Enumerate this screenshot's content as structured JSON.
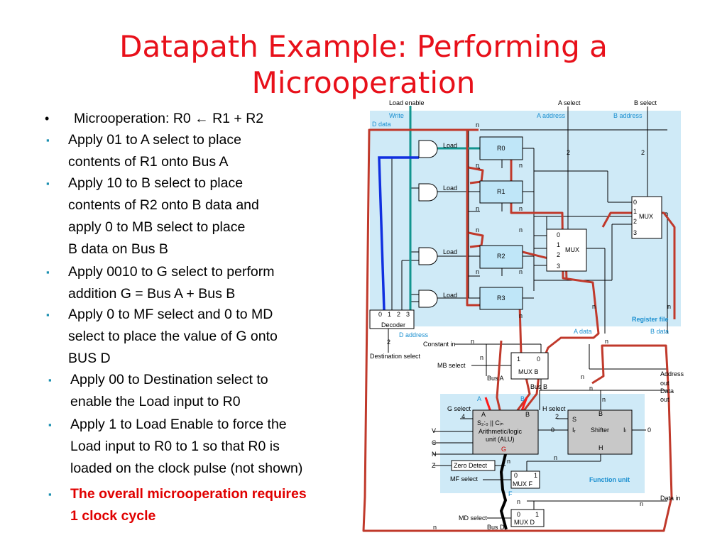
{
  "title": {
    "line1": "Datapath Example: Performing a",
    "line2": "Microoperation"
  },
  "bullets": [
    {
      "marker": "•",
      "lines": [
        "Microoperation: R0 ← R1 + R2"
      ]
    },
    {
      "marker": "▪",
      "lines": [
        "Apply 01 to A select to place",
        "contents of R1 onto Bus A"
      ]
    },
    {
      "marker": "▪",
      "lines": [
        "Apply 10 to B select to place",
        "contents of R2 onto B data and",
        "apply 0 to MB select to place",
        "B data on Bus B"
      ]
    },
    {
      "marker": "▪",
      "lines": [
        "Apply 0010 to G select to perform",
        "addition  G = Bus A + Bus B"
      ]
    },
    {
      "marker": "▪",
      "lines": [
        "Apply 0 to MF select and 0 to MD",
        "select to place the value of G onto",
        "BUS D"
      ]
    },
    {
      "marker": "▪",
      "lines": [
        "Apply 00 to Destination select to",
        "enable the Load input to R0"
      ]
    },
    {
      "marker": "▪",
      "lines": [
        "Apply 1 to Load Enable to force the",
        "Load input to R0 to 1 so that R0 is",
        "loaded on the clock pulse (not shown)"
      ]
    },
    {
      "marker": "▪",
      "lines": [
        "The overall microoperation requires",
        "1 clock cycle"
      ],
      "emphasis": true
    }
  ],
  "diagram": {
    "load_enable": "Load enable",
    "write": "Write",
    "d_data": "D data",
    "a_select": "A select",
    "b_select": "B select",
    "a_address": "A address",
    "b_address": "B address",
    "registers": [
      "R0",
      "R1",
      "R2",
      "R3"
    ],
    "load": "Load",
    "n": "n",
    "two": "2",
    "mux": "MUX",
    "mux_inputs": [
      "0",
      "1",
      "2",
      "3"
    ],
    "decoder": "Decoder",
    "decoder_inputs": [
      "0",
      "1",
      "2",
      "3"
    ],
    "d_address": "D address",
    "destination_select": "Destination select",
    "register_file": "Register file",
    "a_data": "A data",
    "b_data": "B data",
    "constant_in": "Constant in",
    "mb_select": "MB select",
    "mux_b": "MUX B",
    "bus_a": "Bus A",
    "bus_b": "Bus B",
    "address_out": [
      "Address",
      "out"
    ],
    "data_out": [
      "Data",
      "out"
    ],
    "g_select": "G select",
    "four": "4",
    "h_select": "H select",
    "s": "S",
    "alu_lines": [
      "S₂:₀ || Cᵢₙ",
      "Arithmetic/logic",
      "unit (ALU)"
    ],
    "shifter": "Shifter",
    "ir": "Iᵣ",
    "il": "Iₗ",
    "zero": "0",
    "one": "1",
    "flags": [
      "V",
      "C",
      "N",
      "Z"
    ],
    "zero_detect": "Zero Detect",
    "mf_select": "MF select",
    "mux_f": "MUX F",
    "function_unit": "Function unit",
    "data_in": "Data in",
    "md_select": "MD select",
    "mux_d": "MUX D",
    "bus_d": "Bus D",
    "a": "A",
    "b": "B",
    "g": "G",
    "h": "H",
    "f": "F"
  }
}
